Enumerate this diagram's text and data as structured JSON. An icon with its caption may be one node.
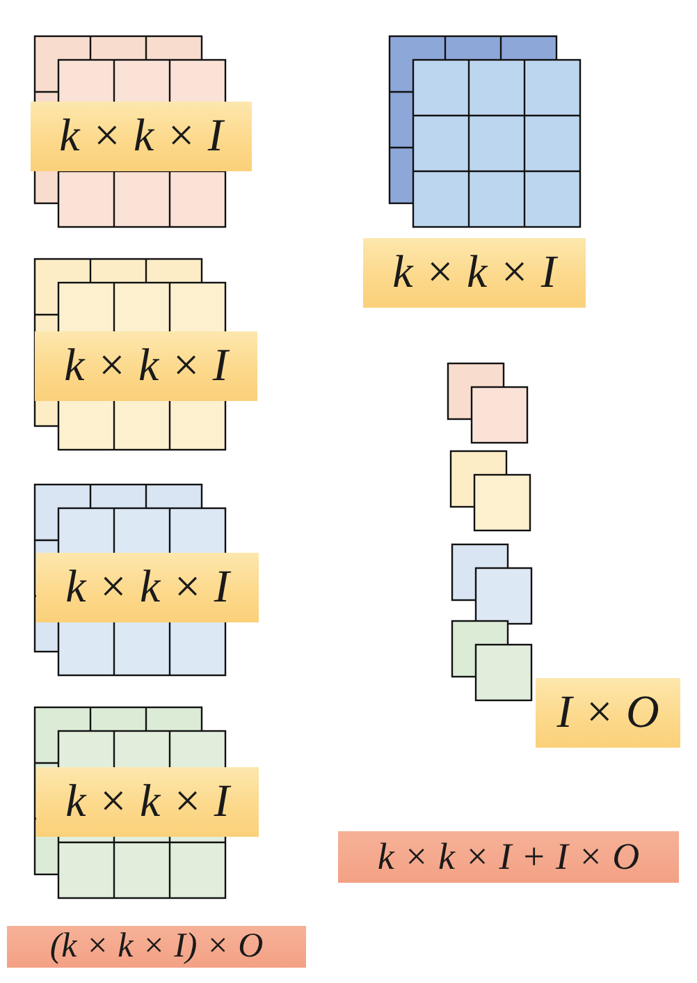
{
  "diagram": {
    "nodes": [
      {
        "text": [
          "k × k × I"
        ]
      },
      {
        "text": [
          "k × k × I"
        ]
      },
      {
        "text": [
          "k × k × I"
        ]
      },
      {
        "text": [
          "k × k × I"
        ]
      },
      {
        "text": [
          "I × O"
        ]
      },
      {
        "text": [
          "k × k × I"
        ]
      },
      {
        "text": [
          "k × k × I + I × O"
        ]
      },
      {
        "text": [
          "(k × k × I) × O"
        ]
      }
    ]
  }
}
